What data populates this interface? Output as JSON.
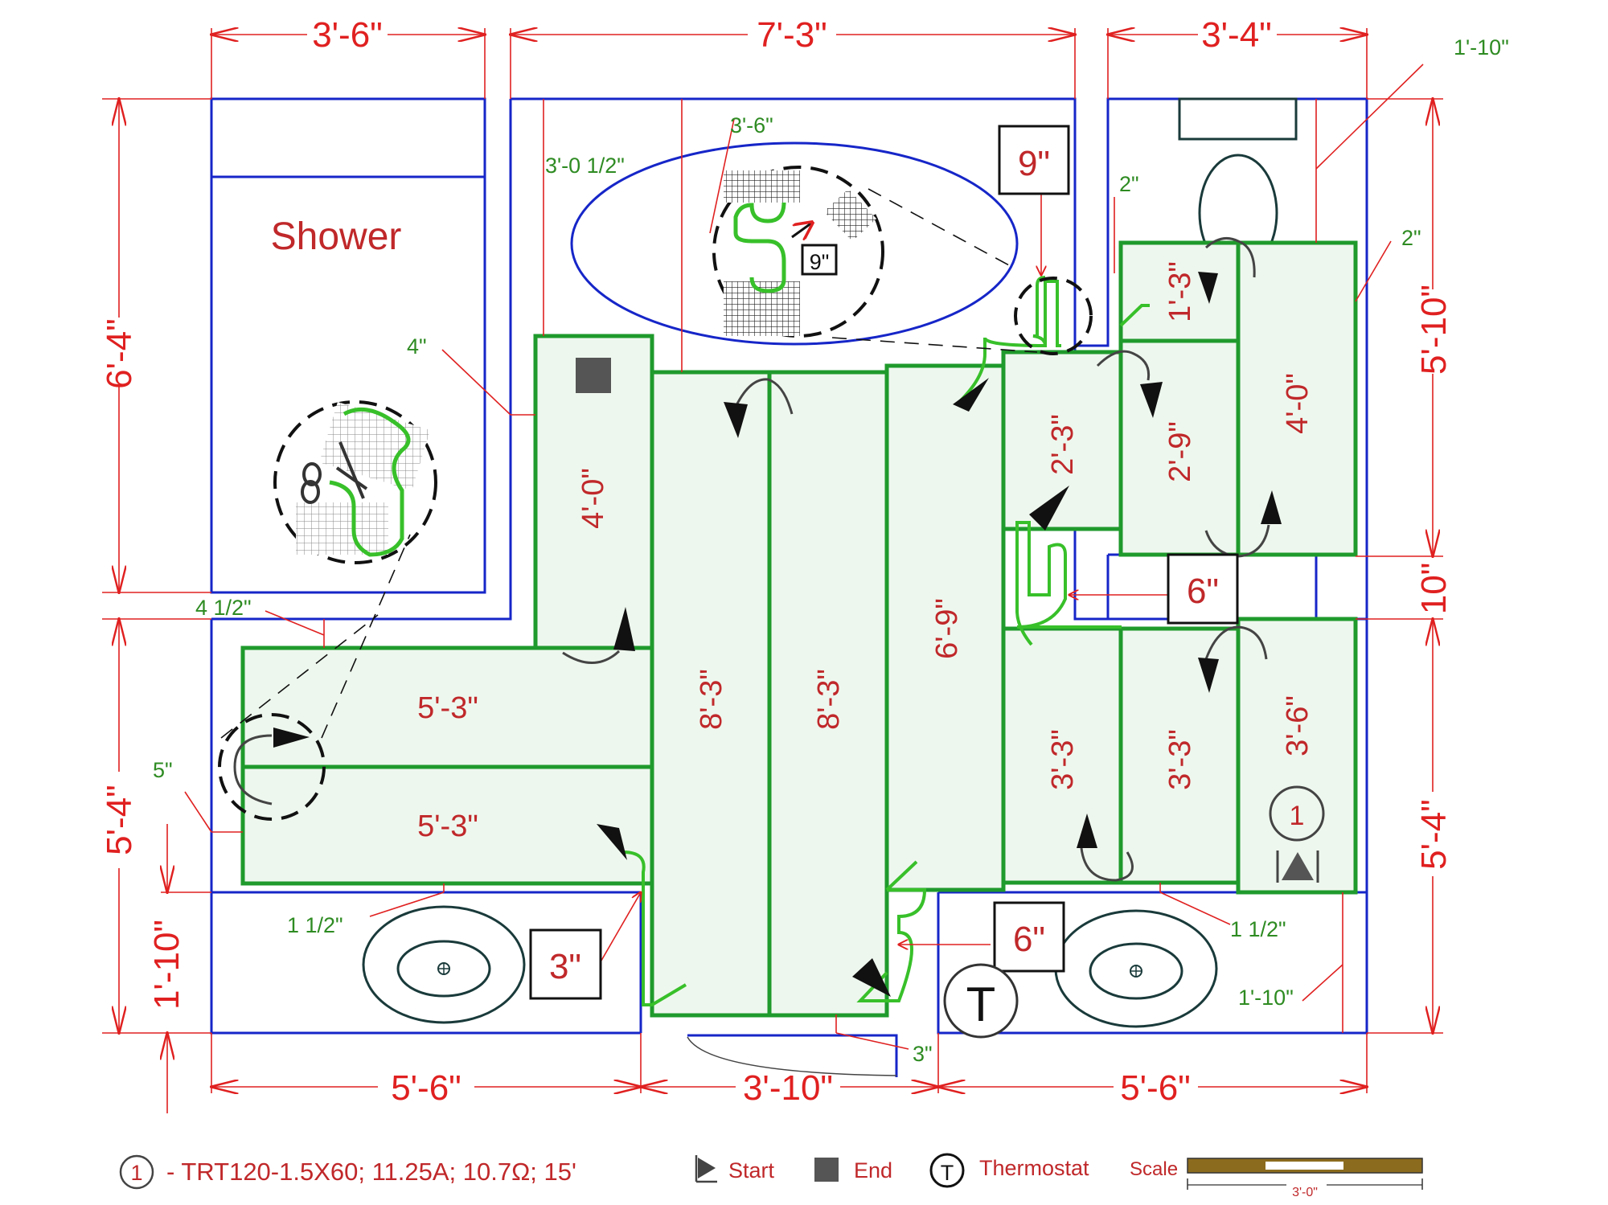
{
  "dimensions": {
    "top_left": "3'-6\"",
    "top_mid": "7'-3\"",
    "top_right": "3'-4\"",
    "top_far_right": "1'-10\"",
    "left_upper": "6'-4\"",
    "left_lower": "5'-4\"",
    "left_bottom": "1'-10\"",
    "right_upper": "5'-10\"",
    "right_mid": "10\"",
    "right_lower": "5'-4\"",
    "bottom_left": "5'-6\"",
    "bottom_mid": "3'-10\"",
    "bottom_right": "5'-6\""
  },
  "notes": {
    "n_3_0_half": "3'-0 1/2\"",
    "n_3_6": "3'-6\"",
    "n_4": "4\"",
    "n_4_half": "4 1/2\"",
    "n_5": "5\"",
    "n_1_half_left": "1 1/2\"",
    "n_1_half_right": "1 1/2\"",
    "n_1_10_right": "1'-10\"",
    "n_3": "3\"",
    "n_2_a": "2\"",
    "n_2_b": "2\""
  },
  "rooms": {
    "shower": "Shower"
  },
  "spacing_boxes": {
    "box_9": "9\"",
    "box_6_mid": "6\"",
    "box_6_bottom": "6\"",
    "box_3": "3\"",
    "inset_9": "9\""
  },
  "mats": {
    "m_4_0_left": "4'-0\"",
    "m_8_3_a": "8'-3\"",
    "m_8_3_b": "8'-3\"",
    "m_6_9": "6'-9\"",
    "m_2_3": "2'-3\"",
    "m_1_3": "1'-3\"",
    "m_2_9": "2'-9\"",
    "m_4_0_right": "4'-0\"",
    "m_5_3_top": "5'-3\"",
    "m_5_3_bottom": "5'-3\"",
    "m_3_3_a": "3'-3\"",
    "m_3_3_b": "3'-3\"",
    "m_3_6": "3'-6\""
  },
  "markers": {
    "circuit_number": "1",
    "thermostat_symbol": "T"
  },
  "legend": {
    "circuit_number": "1",
    "circuit_desc": "- TRT120-1.5X60; 11.25A; 10.7Ω; 15'",
    "start_label": "Start",
    "end_label": "End",
    "thermostat_symbol": "T",
    "thermostat_label": "Thermostat",
    "scale_label": "Scale",
    "scale_value": "3'-0\""
  },
  "colors": {
    "dimension": "#e02020",
    "wall": "#1626c8",
    "mat": "#1f9a2c",
    "note": "#2e8b22"
  }
}
